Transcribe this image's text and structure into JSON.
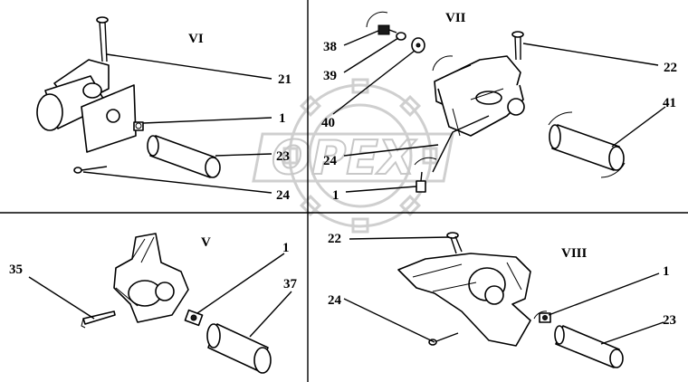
{
  "sections": {
    "vi": "VI",
    "vii": "VII",
    "v": "V",
    "viii": "VIII"
  },
  "callouts": {
    "vi": [
      "21",
      "1",
      "23",
      "24"
    ],
    "vii": [
      "38",
      "39",
      "40",
      "24",
      "1",
      "22",
      "41"
    ],
    "v": [
      "1",
      "35",
      "37"
    ],
    "viii": [
      "22",
      "24",
      "1",
      "23"
    ]
  },
  "watermark": "OPEX"
}
